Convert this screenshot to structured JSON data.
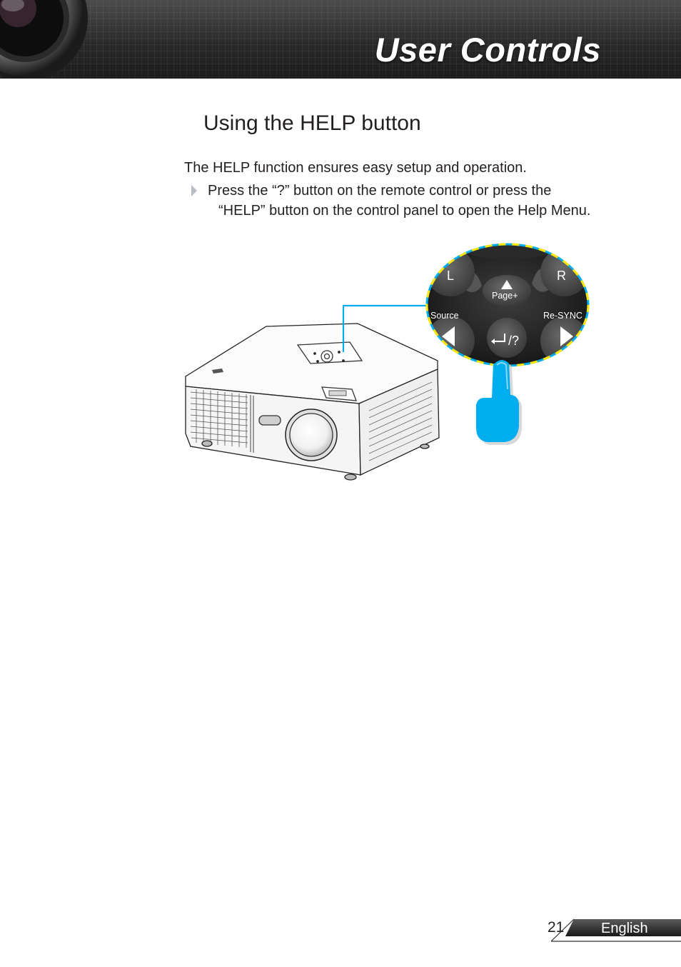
{
  "header": {
    "title": "User Controls"
  },
  "section": {
    "heading": "Using the HELP button",
    "intro": "The HELP function ensures easy setup and operation.",
    "bullet_line1": "Press the “?” button on the remote control or press the",
    "bullet_line2": "“HELP” button on the control panel to open the Help Menu."
  },
  "remote": {
    "left_label": "L",
    "right_label": "R",
    "page_label": "Page+",
    "source_label": "Source",
    "resync_label": "Re-SYNC",
    "enter_label": "/?"
  },
  "footer": {
    "page_number": "21",
    "language": "English"
  },
  "colors": {
    "header_bg": "#2a2a2a",
    "callout_line": "#00aeef",
    "callout_border": "#ffe600",
    "hand": "#00aeef"
  }
}
